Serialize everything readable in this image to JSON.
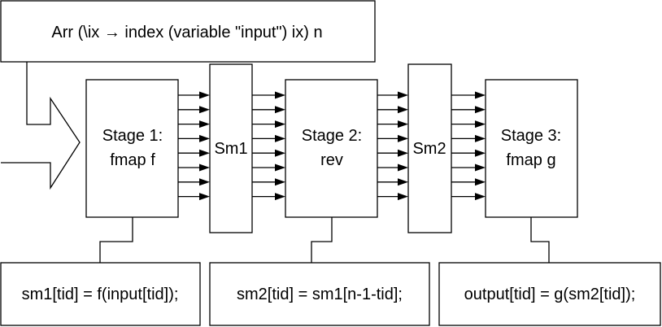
{
  "input_label": "Arr (\\ix → index (variable \"input\") ix) n",
  "stages": [
    {
      "line1": "Stage 1:",
      "line2": "fmap f"
    },
    {
      "line1": "Stage 2:",
      "line2": "rev"
    },
    {
      "line1": "Stage 3:",
      "line2": "fmap g"
    }
  ],
  "shared_memories": [
    "Sm1",
    "Sm2"
  ],
  "code": [
    "sm1[tid] = f(input[tid]);",
    "sm2[tid] = sm1[n-1-tid];",
    "output[tid] = g(sm2[tid]);"
  ],
  "arrows_per_link": 8
}
